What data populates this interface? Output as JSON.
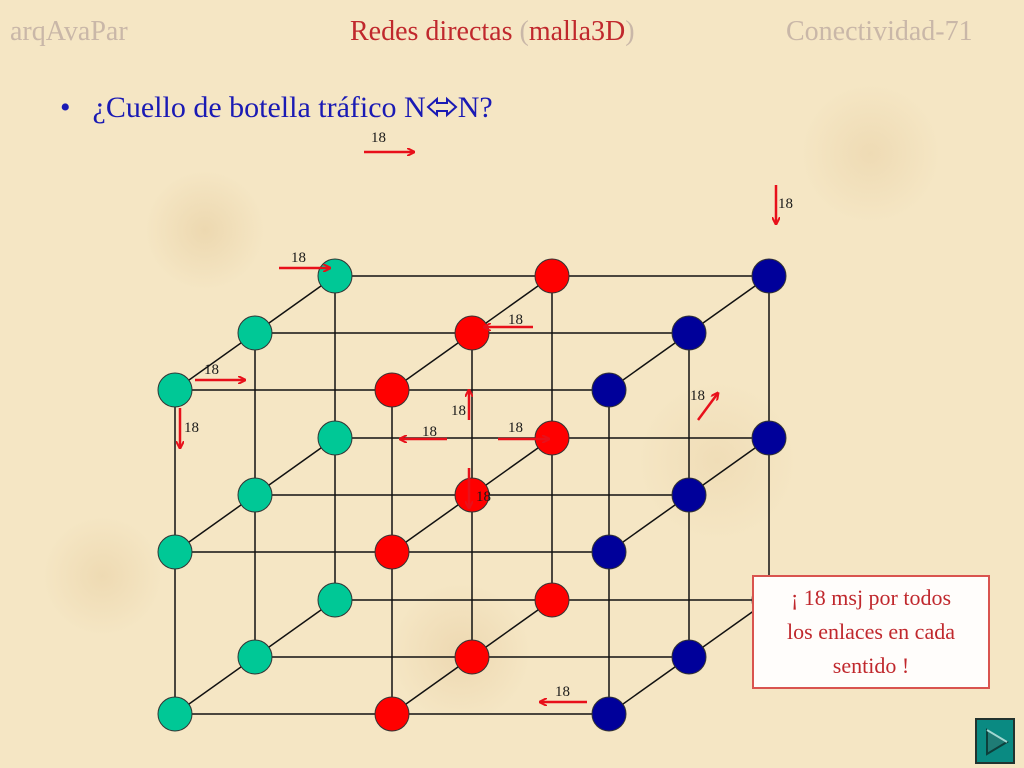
{
  "header": {
    "left": "arqAvaPar",
    "center_main": "Redes directas ",
    "center_paren_open": "(",
    "center_paren_text": "malla3D",
    "center_paren_close": ")",
    "right": "Conectividad-71"
  },
  "bullet": {
    "mark": "•",
    "text_before": "¿Cuello de botella tráfico N",
    "text_after": "N?"
  },
  "diagram": {
    "node_colors": {
      "green": "#00c896",
      "red": "#ff0000",
      "blue": "#00009a"
    },
    "arrow_color": "#e8101a",
    "link_label": "18",
    "labels": [
      "18",
      "18",
      "18",
      "18",
      "18",
      "18",
      "18",
      "18",
      "18",
      "18",
      "18",
      "18"
    ]
  },
  "note": {
    "line1": "¡ 18 msj por todos",
    "line2": "los enlaces en cada",
    "line3": "sentido !"
  },
  "nav": {
    "icon": "next-arrow-icon"
  }
}
